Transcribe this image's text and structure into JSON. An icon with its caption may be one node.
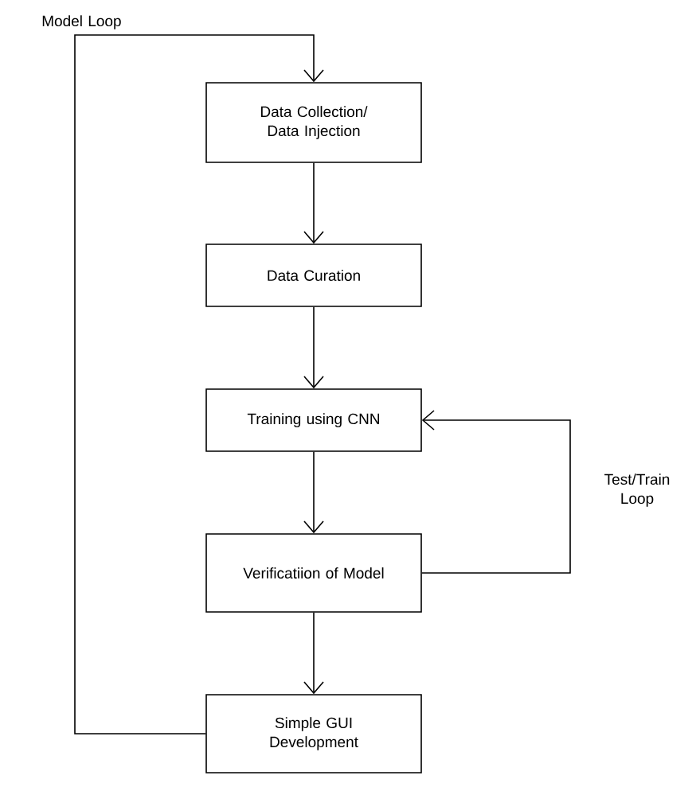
{
  "diagram": {
    "nodes": [
      {
        "text": [
          "Data Collection/ Data Injection"
        ]
      },
      {
        "text": [
          "Data Curation"
        ]
      },
      {
        "text": [
          "Training using CNN"
        ]
      },
      {
        "text": [
          "Verificatiion of Model"
        ]
      },
      {
        "text": [
          "Simple GUI Development"
        ]
      }
    ],
    "edges": [
      {
        "from": 0,
        "to": 1,
        "arrow": "to"
      },
      {
        "from": 1,
        "to": 2,
        "arrow": "to"
      },
      {
        "from": 2,
        "to": 3,
        "arrow": "to"
      },
      {
        "from": 3,
        "to": 4,
        "arrow": "to"
      },
      {
        "from": 3,
        "to": 2,
        "arrow": "to",
        "label": "Test/Train Loop"
      },
      {
        "from": 4,
        "to": 0,
        "arrow": "to",
        "label": "Model Loop"
      }
    ]
  }
}
